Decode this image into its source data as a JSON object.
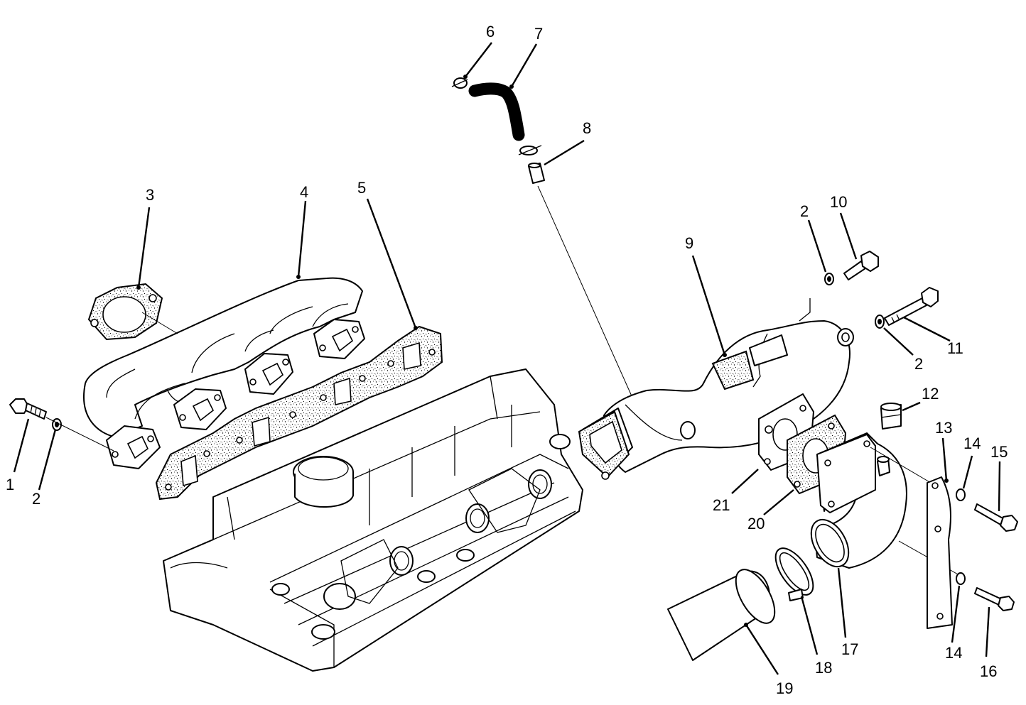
{
  "diagram": {
    "type": "exploded-parts-diagram",
    "callouts": [
      {
        "id": "c1",
        "label": "1"
      },
      {
        "id": "c2a",
        "label": "2"
      },
      {
        "id": "c3",
        "label": "3"
      },
      {
        "id": "c4",
        "label": "4"
      },
      {
        "id": "c5",
        "label": "5"
      },
      {
        "id": "c6",
        "label": "6"
      },
      {
        "id": "c7",
        "label": "7"
      },
      {
        "id": "c8",
        "label": "8"
      },
      {
        "id": "c9",
        "label": "9"
      },
      {
        "id": "c2b",
        "label": "2"
      },
      {
        "id": "c10",
        "label": "10"
      },
      {
        "id": "c11",
        "label": "11"
      },
      {
        "id": "c2c",
        "label": "2"
      },
      {
        "id": "c12",
        "label": "12"
      },
      {
        "id": "c13",
        "label": "13"
      },
      {
        "id": "c14a",
        "label": "14"
      },
      {
        "id": "c15",
        "label": "15"
      },
      {
        "id": "c21",
        "label": "21"
      },
      {
        "id": "c20",
        "label": "20"
      },
      {
        "id": "c17",
        "label": "17"
      },
      {
        "id": "c18",
        "label": "18"
      },
      {
        "id": "c19",
        "label": "19"
      },
      {
        "id": "c14b",
        "label": "14"
      },
      {
        "id": "c16",
        "label": "16"
      }
    ]
  }
}
